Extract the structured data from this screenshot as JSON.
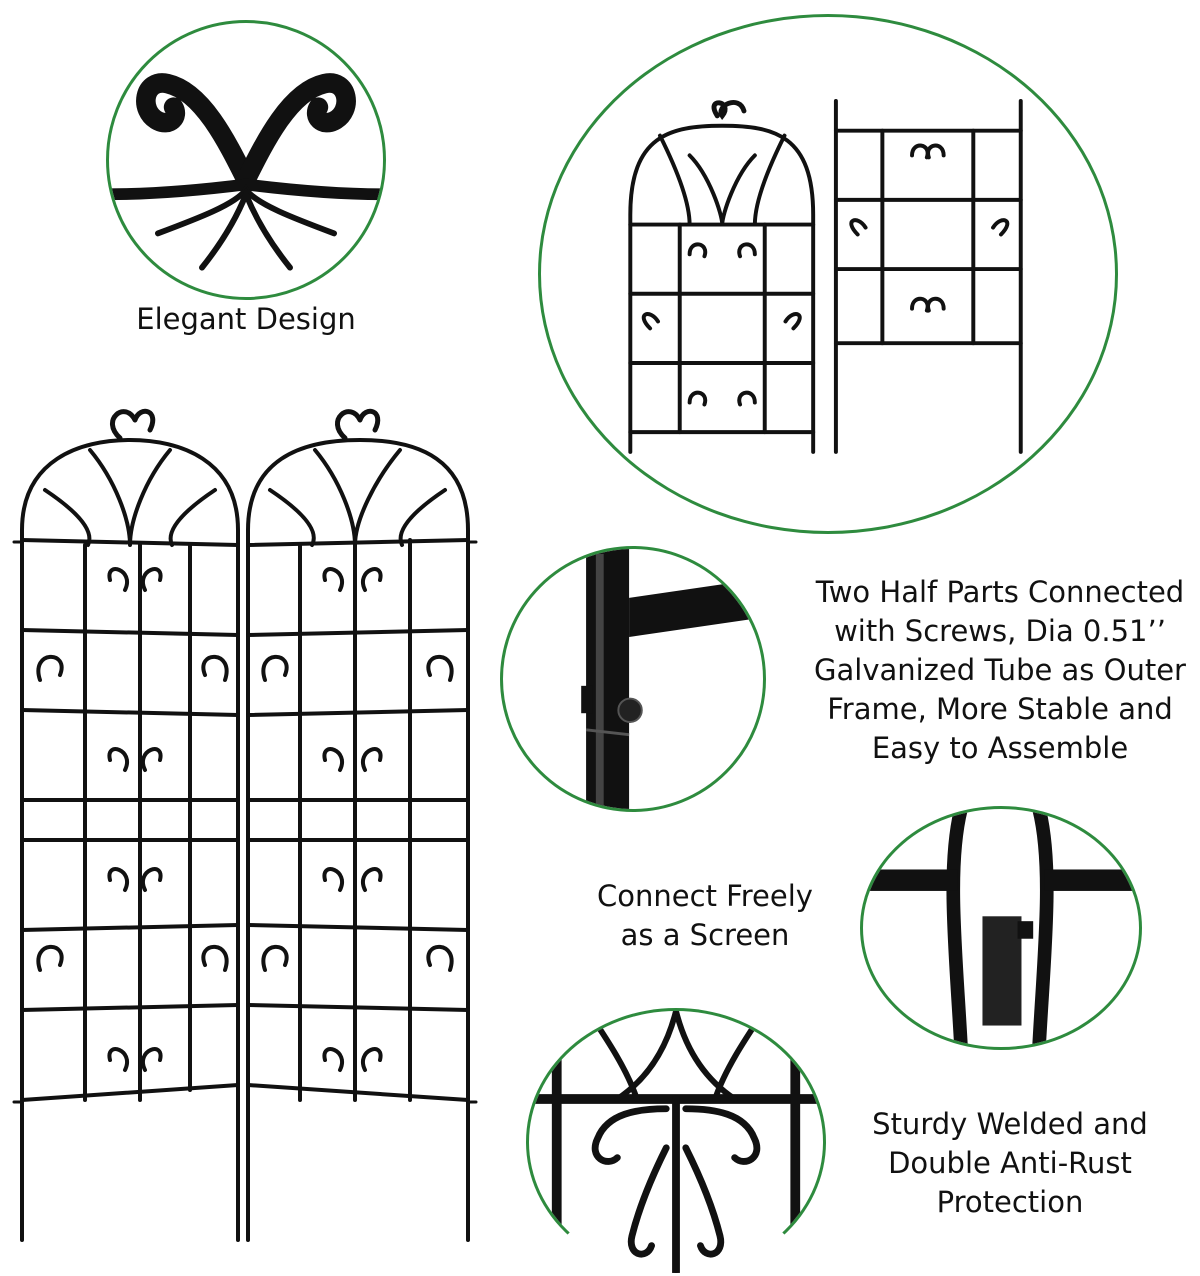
{
  "captions": {
    "elegant_design": "Elegant Design",
    "two_half_parts": [
      "Two Half Parts Connected",
      "with Screws, Dia 0.51’’",
      "Galvanized Tube as Outer",
      "Frame, More Stable and",
      "Easy to Assemble"
    ],
    "connect_freely": [
      "Connect Freely",
      "as a Screen"
    ],
    "sturdy_welded": [
      "Sturdy Welded and",
      "Double Anti-Rust",
      "Protection"
    ]
  },
  "colors": {
    "ring_border": "#2e8b3e",
    "metal": "#111111",
    "background": "#ffffff"
  }
}
